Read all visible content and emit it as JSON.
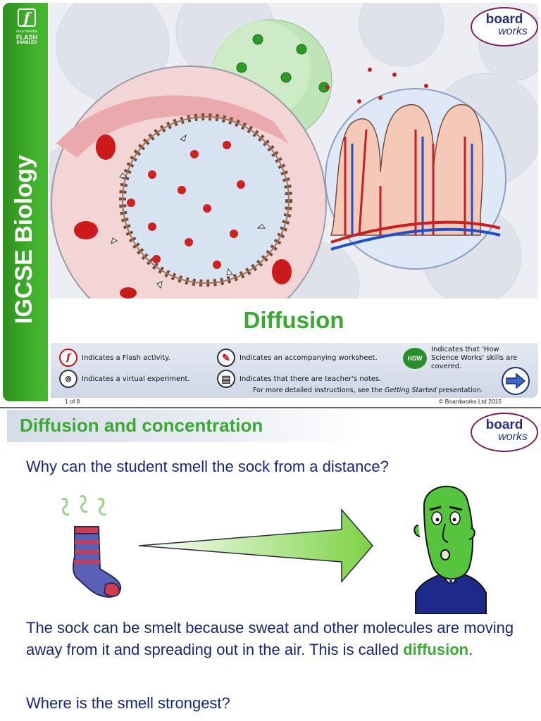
{
  "slide1": {
    "flash_logo": {
      "small": "macromedia",
      "big": "FLASH",
      "enabled": "ENABLED"
    },
    "side_title": "IGCSE Biology",
    "logo": {
      "line1": "board",
      "line2": "works"
    },
    "title": "Diffusion",
    "legend": {
      "flash": "Indicates a Flash activity.",
      "worksheet": "Indicates an accompanying worksheet.",
      "hsw": "Indicates that 'How Science Works' skills are covered.",
      "virtual": "Indicates a virtual experiment.",
      "notes": "Indicates that there are teacher's notes.",
      "instructions_pre": "For more detailed instructions, see the ",
      "instructions_em": "Getting Started",
      "instructions_post": " presentation."
    },
    "page": "1 of 8",
    "copyright": "© Boardworks Ltd 2015"
  },
  "slide2": {
    "title": "Diffusion and concentration",
    "logo": {
      "line1": "board",
      "line2": "works"
    },
    "question": "Why can the student smell the sock from a distance?",
    "body_pre": "The sock can be smelt because sweat and other molecules are moving away from it and spreading out in the air. This is called ",
    "body_highlight": "diffusion",
    "body_post": ".",
    "question2": "Where is the smell strongest?"
  },
  "colors": {
    "accent_green": "#3aaa35",
    "navy": "#1b2670",
    "logo_border": "#7a1f5c"
  }
}
